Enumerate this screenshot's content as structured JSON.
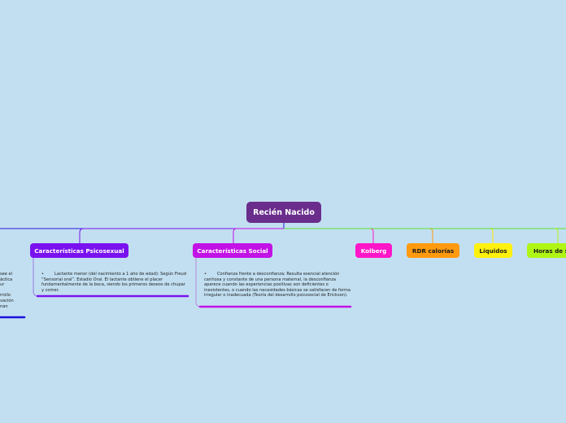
{
  "root": {
    "label": "Recién Nacido"
  },
  "nodes": {
    "psicosexual": {
      "label": "Características Psicosexual",
      "color": "#7a12f0",
      "note": "Lactante menor (del nacimiento a 1 año de edad): Según Freud “Sensorial oral”. Estadio Oral. El lactante obtiene el placer fundamentalmente de la boca, siendo los primeros deseos de chupar y comer."
    },
    "social": {
      "label": "Características Social",
      "color": "#c212e6",
      "note": "Confianza frente a desconfianza; Resulta esencial atención cariñosa y constante de una persona maternal, la desconfianza aparece cuando las experiencias positivas son deficientes o inexistentes, o cuando las necesidades básicas se satisfacen de forma irregular o inadecuada (Teoría del desarrollo psicosocial de Erickson)."
    },
    "kolberg": {
      "label": "Kolberg",
      "color": "#ff16c8"
    },
    "rdr": {
      "label": "RDR calorías",
      "color": "#ff9a0e"
    },
    "liquidos": {
      "label": "Líquidos",
      "color": "#fff10c"
    },
    "horas": {
      "label": "Horas de s",
      "color": "#b0f615"
    }
  },
  "left_fragment": {
    "lines": [
      "see el",
      "áctica",
      "ur",
      "",
      "rrollo",
      "vación",
      "nan"
    ],
    "color": "#1a10e0"
  }
}
